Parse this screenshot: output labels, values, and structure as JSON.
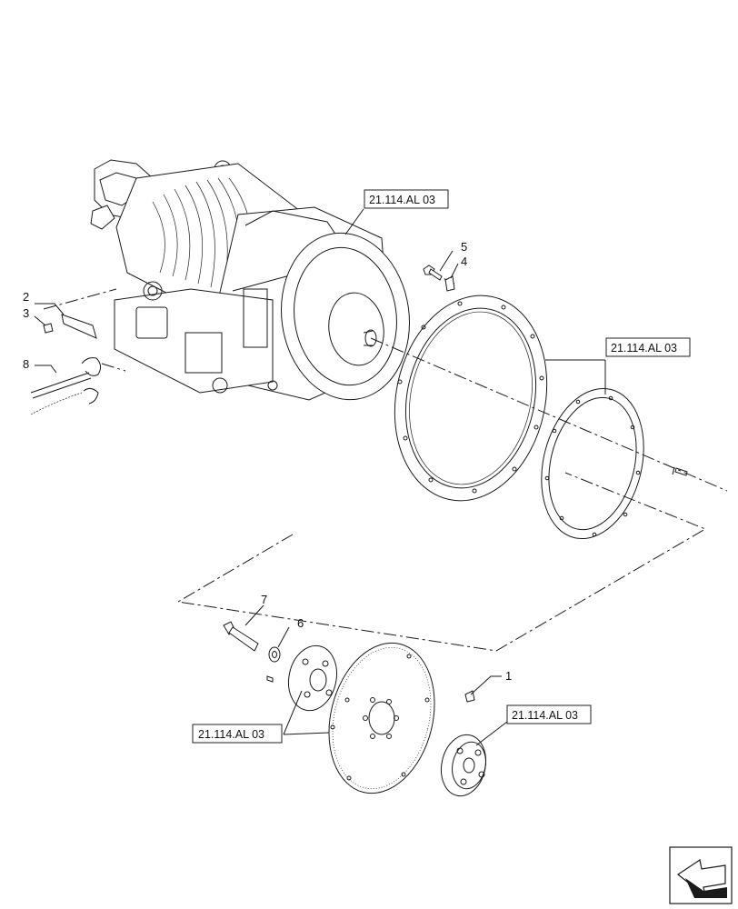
{
  "callouts": [
    {
      "id": "1",
      "label": "1"
    },
    {
      "id": "2",
      "label": "2"
    },
    {
      "id": "3",
      "label": "3"
    },
    {
      "id": "4",
      "label": "4"
    },
    {
      "id": "5",
      "label": "5"
    },
    {
      "id": "6",
      "label": "6"
    },
    {
      "id": "7",
      "label": "7"
    },
    {
      "id": "8",
      "label": "8"
    }
  ],
  "references": [
    {
      "label": "21.114.AL 03"
    },
    {
      "label": "21.114.AL 03"
    },
    {
      "label": "21.114.AL 03"
    },
    {
      "label": "21.114.AL 03"
    }
  ],
  "icons": {
    "navigation": "previous-page-arrow-icon"
  }
}
